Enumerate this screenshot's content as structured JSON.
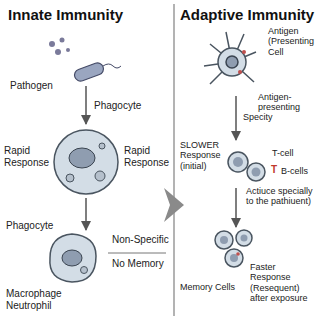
{
  "diagram": {
    "labels": [
      "Innate Immunity",
      "Adaptive Immunity",
      "Pathogen",
      "Phagocyte",
      "Rapid Response",
      "Rapid Response",
      "Phagocyte",
      "Non-Specific",
      "No Memory",
      "Macrophage Neutrophil",
      "Antigen (Presenting Cell",
      "Antigen-presenting",
      "Specity",
      "SLOWER Response (initial)",
      "T-cell",
      "T",
      "B-cells",
      "Actiuce specially to the pathiuent)",
      "Memory Cells",
      "Faster Response (Resequent) after exposure"
    ]
  }
}
